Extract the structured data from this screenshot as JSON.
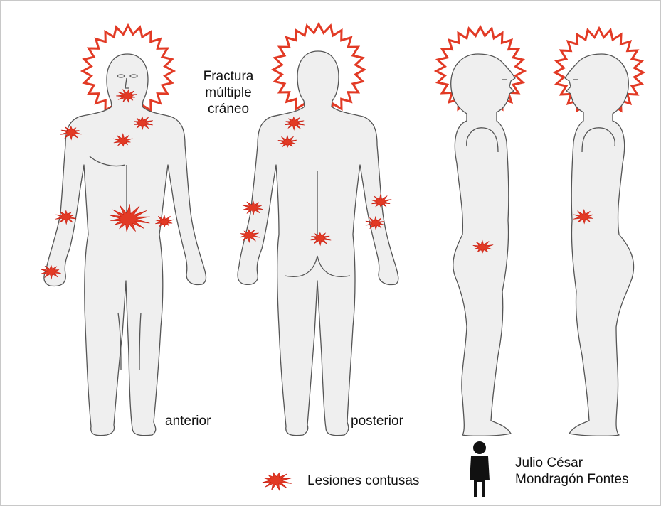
{
  "annotations": {
    "skull_fracture": [
      "Fractura",
      "múltiple",
      "cráneo"
    ],
    "view_anterior": "anterior",
    "view_posterior": "posterior"
  },
  "legend": {
    "contusion_label": "Lesiones contusas",
    "person_name": [
      "Julio César",
      "Mondragón Fontes"
    ]
  },
  "colors": {
    "body_fill": "#efefef",
    "body_outline": "#555555",
    "injury": "#e23a25",
    "person_icon": "#111111"
  },
  "icons": {
    "contusion": "red-starburst-icon",
    "fracture": "red-star-ring-icon",
    "person": "person-silhouette-icon"
  }
}
